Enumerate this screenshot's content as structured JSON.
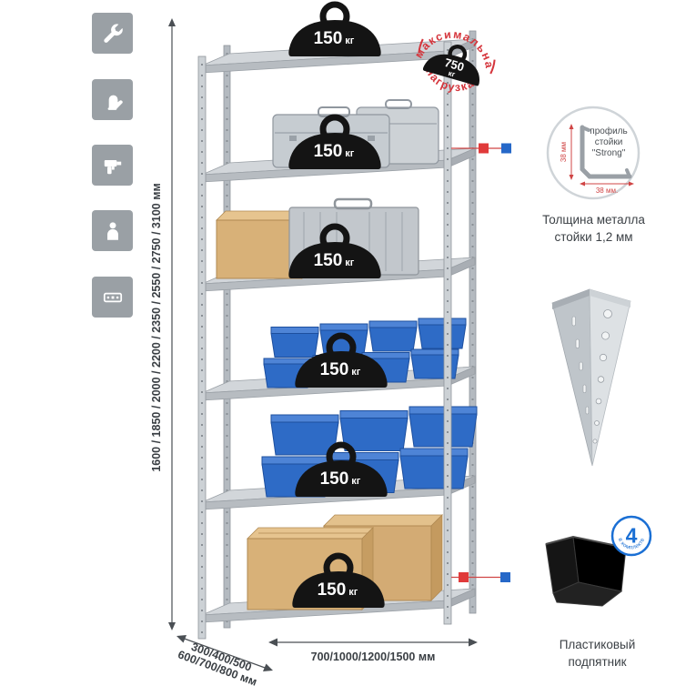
{
  "sidebar": {
    "icons": [
      "wrench-icon",
      "gloves-icon",
      "drill-icon",
      "person-icon",
      "level-icon"
    ]
  },
  "dims": {
    "height_label": "1600 / 1850 / 2000 / 2200 / 2350 / 2550 / 2750 / 3100 мм",
    "depth_label_line1": "300/400/500",
    "depth_label_line2": "600/700/800 мм",
    "width_label": "700/1000/1200/1500 мм"
  },
  "shelf_load": {
    "value": "150",
    "unit": "кг",
    "shelf_count": 6
  },
  "stamp": {
    "arc_top": "максимальная",
    "arc_bottom": "нагрузка",
    "weight_value": "750",
    "weight_unit": "кг"
  },
  "profile": {
    "line1": "профиль",
    "line2": "стойки",
    "line3": "\"Strong\"",
    "dim_v": "38 мм",
    "dim_h": "38 мм.",
    "caption1": "Толщина металла",
    "caption2": "стойки 1,2 мм"
  },
  "foot": {
    "badge_value": "4",
    "badge_arc": "в комплекте",
    "caption1": "Пластиковый",
    "caption2": "подпятник"
  },
  "colors": {
    "accent_red": "#d5353c",
    "accent_blue": "#1f6fd0",
    "bin_blue": "#2e6bc6",
    "metal": "#c7ccd1",
    "icon_gray": "#9aa0a5",
    "cardboard": "#d8b178"
  }
}
